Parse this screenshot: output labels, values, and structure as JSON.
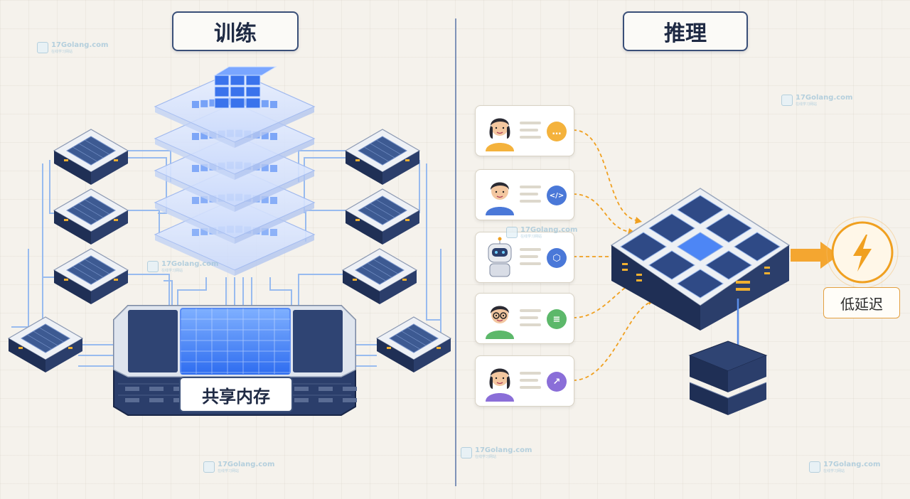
{
  "colors": {
    "background": "#f5f2ec",
    "accent_blue": "#2f6df0",
    "chip_dark": "#1f2f55",
    "accent_orange": "#f0a020",
    "title_border": "#3a4f78"
  },
  "training": {
    "title": "训练",
    "memory_label": "共享内存",
    "side_nodes": 8,
    "stack_layers": 5
  },
  "inference": {
    "title": "推理",
    "latency_label": "低延迟",
    "users": [
      {
        "avatar": "woman-avatar-icon",
        "badge": "chat-icon",
        "badge_color": "#f4b23c"
      },
      {
        "avatar": "man-avatar-icon",
        "badge": "code-icon",
        "badge_color": "#4a78d8"
      },
      {
        "avatar": "robot-avatar-icon",
        "badge": "cube-icon",
        "badge_color": "#4a78d8"
      },
      {
        "avatar": "glasses-man-avatar-icon",
        "badge": "document-icon",
        "badge_color": "#5cb86a"
      },
      {
        "avatar": "woman-purple-avatar-icon",
        "badge": "chart-icon",
        "badge_color": "#8a6ed8"
      }
    ],
    "icons": {
      "lightning": "lightning-icon"
    }
  },
  "watermarks": [
    "17Golang.com",
    "17Golang.com",
    "17Golang.com",
    "17Golang.com",
    "17Golang.com",
    "17Golang.com",
    "17Golang.com"
  ],
  "watermark_sub": "在线学习网站"
}
